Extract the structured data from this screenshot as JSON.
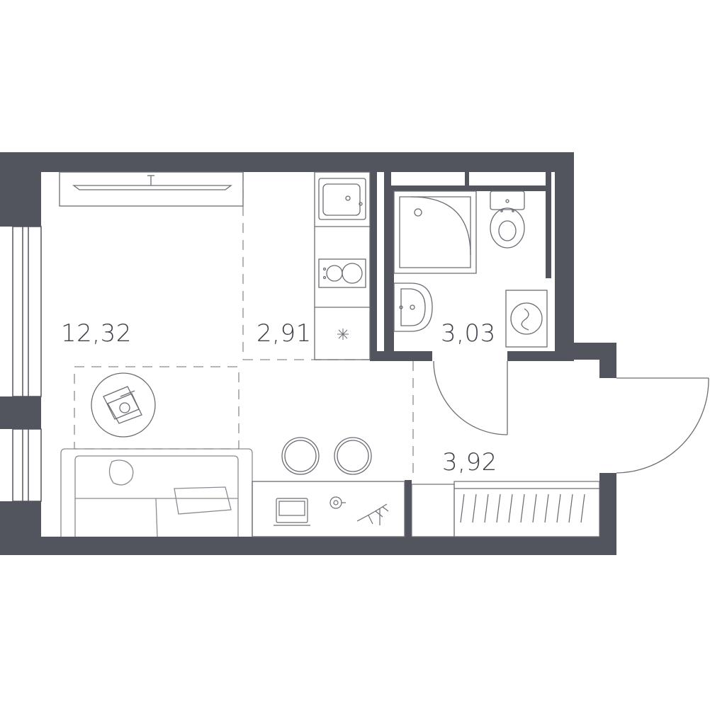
{
  "floor_plan": {
    "colors": {
      "wall": "#53555e",
      "line": "#6b6d75",
      "furniture": "#8a8c93",
      "background": "#ffffff"
    },
    "rooms": [
      {
        "id": "living-room",
        "area": "12,32"
      },
      {
        "id": "kitchen",
        "area": "2,91"
      },
      {
        "id": "bathroom",
        "area": "3,03"
      },
      {
        "id": "hallway",
        "area": "3,92"
      }
    ],
    "icons": [
      "tv-icon",
      "sink-icon",
      "stove-icon",
      "fridge-icon",
      "shower-tray-icon",
      "toilet-icon",
      "washbasin-icon",
      "washing-machine-icon",
      "coffee-table-icon",
      "sofa-icon",
      "bar-stool-icon",
      "laptop-icon",
      "coffee-cup-icon",
      "plant-icon",
      "wardrobe-icon",
      "door-swing-icon",
      "window-icon"
    ]
  }
}
